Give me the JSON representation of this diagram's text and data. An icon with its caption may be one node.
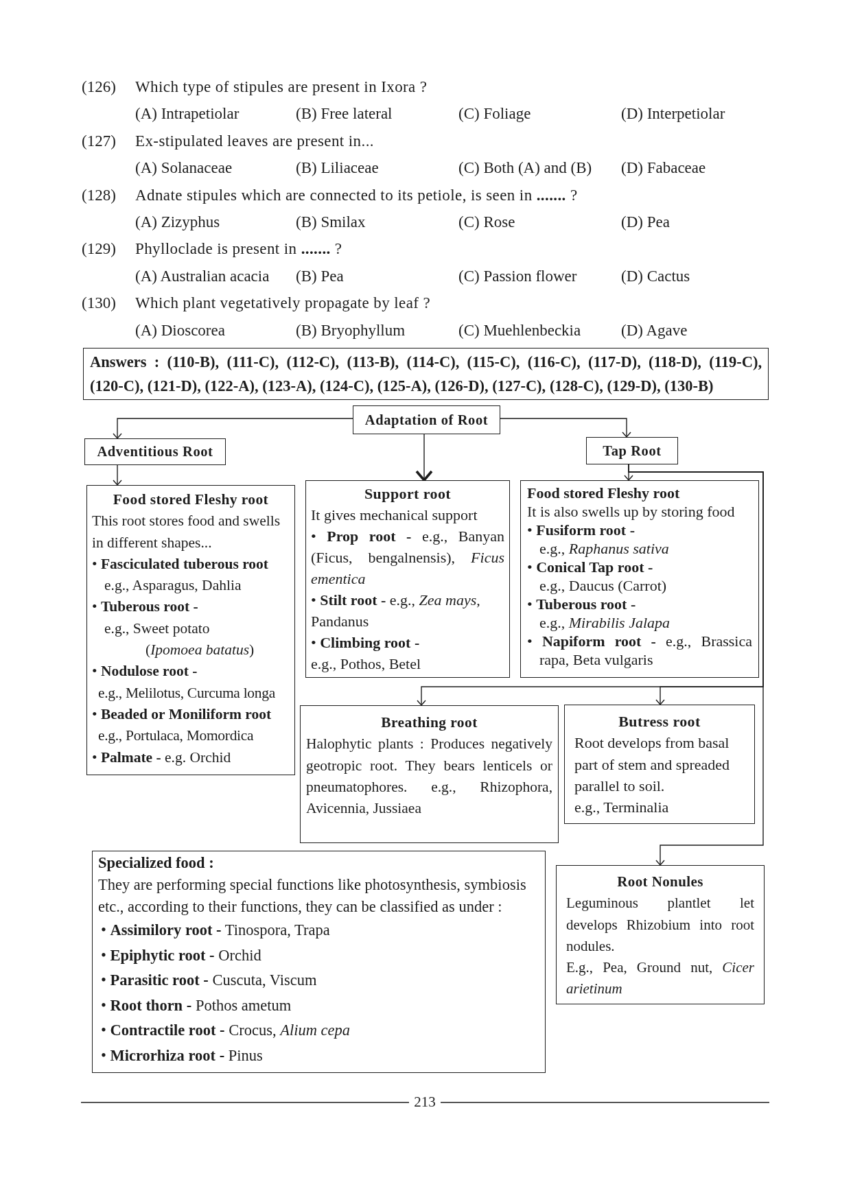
{
  "diagram": {
    "nodes": [
      {
        "text": [
          "Answers : (110-B), (111-C), (112-C), (113-B), (114-C), (115-C), (116-C), (117-D), (118-D), (119-C), (120-C), (121-D), (122-A), (123-A), (124-C), (125-A), (126-D), (127-C), (128-C), (129-D), (130-B)"
        ]
      },
      {
        "text": [
          "Adaptation of Root"
        ]
      },
      {
        "text": [
          "Adventitious Root"
        ]
      },
      {
        "text": [
          "Tap Root"
        ]
      },
      {
        "text": [
          "Food stored Fleshy root",
          "This root stores food and swells in different shapes...",
          "• **Fasciculated tuberous root**",
          "e.g., Asparagus, Dahlia",
          "• **Tuberous root -**",
          "e.g., Sweet potato",
          "(*Ipomoea batatus*)",
          "• **Nodulose root -**",
          "e.g., Melilotus, Curcuma longa",
          "• **Beaded or Moniliform root**",
          "e.g., Portulaca, Momordica",
          "• **Palmate -** e.g. Orchid"
        ]
      },
      {
        "text": [
          "Support root",
          "It gives mechanical support",
          "• **Prop root -** e.g., Banyan (Ficus, bengalnensis), *Ficus ementica*",
          "• **Stilt root -** e.g., *Zea mays,* Pandanus",
          "• **Climbing root -**",
          "e.g., Pothos, Betel"
        ]
      },
      {
        "text": [
          "Food stored Fleshy root",
          "It is also swells up by storing food",
          "• **Fusiform root -**",
          "e.g., *Raphanus sativa*",
          "• **Conical Tap root -**",
          "e.g., Daucus (Carrot)",
          "• **Tuberous root -**",
          "e.g., *Mirabilis Jalapa*",
          "• **Napiform root -** e.g., Brassica rapa, Beta vulgaris"
        ]
      },
      {
        "text": [
          "Breathing root",
          "Halophytic plants : Produces negatively geotropic root. They bears lenticels or pneumatophores. e.g., Rhizophora, Avicennia, Jussiaea"
        ]
      },
      {
        "text": [
          "Butress root",
          "Root develops from basal part of stem and spreaded parallel to soil.",
          "e.g., Terminalia"
        ]
      },
      {
        "text": [
          "Specialized food :",
          "They are performing special functions like photosynthesis, symbiosis etc., according to their functions, they can be classified as under :",
          "• **Assimilory root -** Tinospora, Trapa",
          "• **Epiphytic root -** Orchid",
          "• **Parasitic root -** Cuscuta, Viscum",
          "• **Root thorn -** Pothos ametum",
          "• **Contractile root -** Crocus, *Alium cepa*",
          "• **Microrhiza root -** Pinus"
        ]
      },
      {
        "text": [
          "Root Nonules",
          "Leguminous plantlet let develops Rhizobium into root nodules.",
          "E.g., Pea, Ground nut, *Cicer arietinum*"
        ]
      }
    ],
    "edges": [
      {
        "from": 1,
        "to": 2,
        "arrow": "to"
      },
      {
        "from": 1,
        "to": 3,
        "arrow": "to"
      },
      {
        "from": 1,
        "to": 5,
        "arrow": "to"
      },
      {
        "from": 2,
        "to": 4,
        "arrow": "to"
      },
      {
        "from": 3,
        "to": 6,
        "arrow": "to"
      },
      {
        "from": 3,
        "to": 7,
        "arrow": "to"
      },
      {
        "from": 3,
        "to": 8,
        "arrow": "to"
      },
      {
        "from": 3,
        "to": 10,
        "arrow": "to"
      }
    ],
    "labels": [
      "(126)",
      "Which type of stipules are present in Ixora ?",
      "(A) Intrapetiolar",
      "(B) Free lateral",
      "(C) Foliage",
      "(D) Interpetiolar",
      "(127)",
      "Ex-stipulated leaves are present in...",
      "(A) Solanaceae",
      "(B) Liliaceae",
      "(C) Both (A) and (B)",
      "(D) Fabaceae",
      "(128)",
      "Adnate stipules which are connected to its petiole, is seen in **.......** ?",
      "(A) Zizyphus",
      "(B) Smilax",
      "(C) Rose",
      "(D) Pea",
      "(129)",
      "Phylloclade is present in **.......** ?",
      "(A) Australian acacia",
      "(B) Pea",
      "(C) Passion flower",
      "(D) Cactus",
      "(130)",
      "Which plant vegetatively propagate by leaf ?",
      "(A) Dioscorea",
      "(B) Bryophyllum",
      "(C) Muehlenbeckia",
      "(D) Agave",
      "213"
    ]
  }
}
